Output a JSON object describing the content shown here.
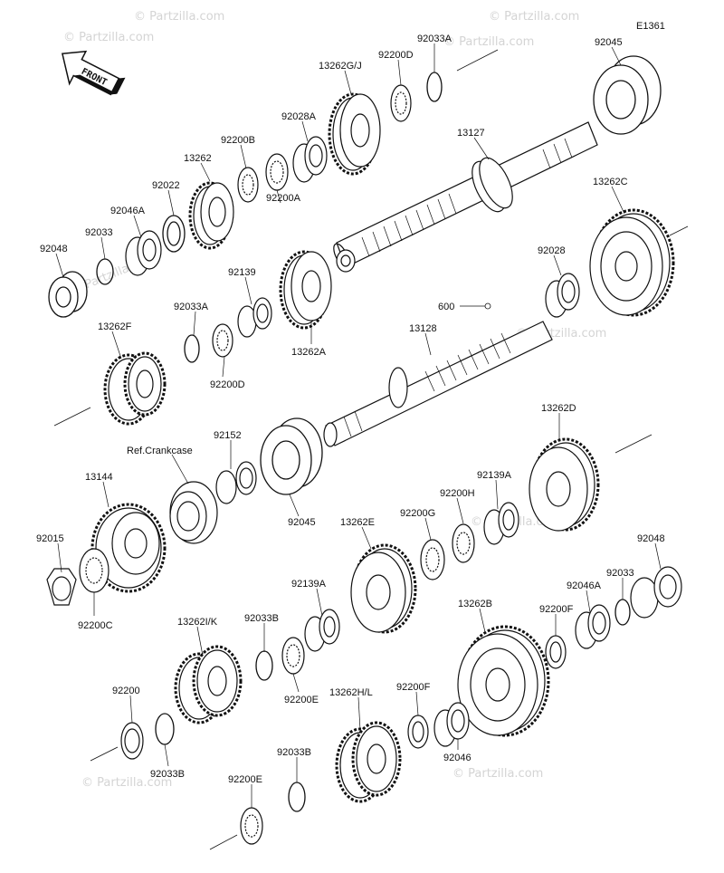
{
  "diagram_code": "E1361",
  "watermark": "© Partzilla.com",
  "front_label": "FRONT",
  "ref_label": "Ref.Crankcase",
  "labels": {
    "l92033A_top": "92033A",
    "l92045_top": "92045",
    "l92200D_top": "92200D",
    "l13262GJ": "13262G/J",
    "l92028A": "92028A",
    "l13127": "13127",
    "l92200B": "92200B",
    "l13262": "13262",
    "l92022": "92022",
    "l92046A_top": "92046A",
    "l92033_top": "92033",
    "l92048_top": "92048",
    "l92200A": "92200A",
    "l13262C": "13262C",
    "l92028": "92028",
    "l92139": "92139",
    "l92033A_mid": "92033A",
    "l600": "600",
    "l13262F": "13262F",
    "l13262A": "13262A",
    "l13128": "13128",
    "l92200D_mid": "92200D",
    "l92152": "92152",
    "l13262D": "13262D",
    "l13144": "13144",
    "l92139A_right": "92139A",
    "l92200H": "92200H",
    "l92200G": "92200G",
    "l92045_mid": "92045",
    "l13262E": "13262E",
    "l92015": "92015",
    "l92048_right": "92048",
    "l92033_right": "92033",
    "l92046A_right": "92046A",
    "l92139A_mid": "92139A",
    "l92200C": "92200C",
    "l92200F_right": "92200F",
    "l13262IK": "13262I/K",
    "l92033B_mid": "92033B",
    "l13262B": "13262B",
    "l92200E_mid": "92200E",
    "l92200": "92200",
    "l92200F_low": "92200F",
    "l13262HL": "13262H/L",
    "l92033B_low": "92033B",
    "l92046": "92046",
    "l92033B_bot": "92033B",
    "l92200E_bot": "92200E"
  }
}
